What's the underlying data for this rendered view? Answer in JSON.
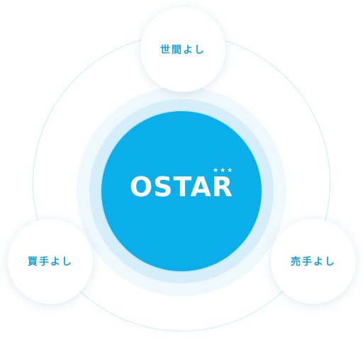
{
  "brand": {
    "name": "OSTAR",
    "stars": "★★★"
  },
  "nodes": [
    {
      "label": "世間よし"
    },
    {
      "label": "買手よし"
    },
    {
      "label": "売手よし"
    }
  ],
  "colors": {
    "hub": "#0aaee8",
    "label": "#1a9ed6",
    "orbit": "#cdebf6",
    "glow_outer": "#eef8fd",
    "glow_inner": "#d6eefa"
  }
}
